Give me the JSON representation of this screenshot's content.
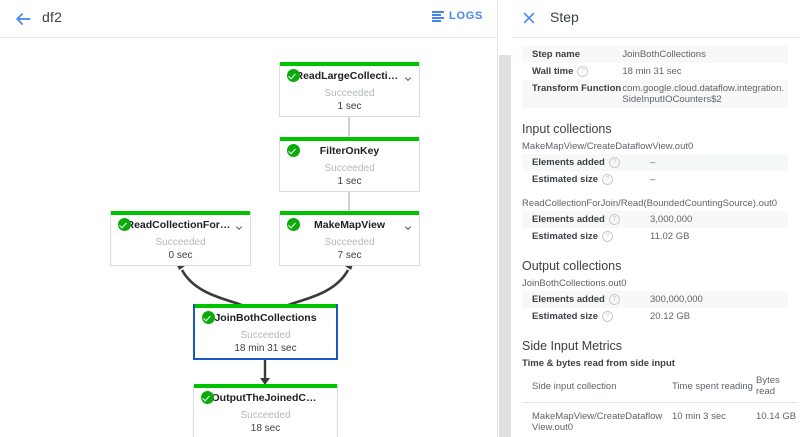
{
  "topbar": {
    "back_icon": "back-arrow-icon",
    "job_title": "df2",
    "logs_label": "LOGS",
    "logs_icon": "logs-lines-icon",
    "accent_color": "#4285f4"
  },
  "graph": {
    "status_icon": "check-circle-icon",
    "chevron_icon": "chevron-down-icon",
    "success_color": "#00c300",
    "selected_border_color": "#1a57c4",
    "nodes": [
      {
        "id": "read-large-collection",
        "title": "ReadLargeCollectionFr...",
        "status": "Succeeded",
        "time": "1 sec",
        "has_chevron": true,
        "selected": false
      },
      {
        "id": "filter-on-key",
        "title": "FilterOnKey",
        "status": "Succeeded",
        "time": "1 sec",
        "has_chevron": false,
        "selected": false
      },
      {
        "id": "read-collection-for-join",
        "title": "ReadCollectionForJoin",
        "status": "Succeeded",
        "time": "0 sec",
        "has_chevron": true,
        "selected": false
      },
      {
        "id": "make-map-view",
        "title": "MakeMapView",
        "status": "Succeeded",
        "time": "7 sec",
        "has_chevron": true,
        "selected": false
      },
      {
        "id": "join-both-collections",
        "title": "JoinBothCollections",
        "status": "Succeeded",
        "time": "18 min 31 sec",
        "has_chevron": false,
        "selected": true
      },
      {
        "id": "output-the-joined-collection",
        "title": "OutputTheJoinedCollec...",
        "status": "Succeeded",
        "time": "18 sec",
        "has_chevron": false,
        "selected": false
      }
    ]
  },
  "details": {
    "close_icon": "close-icon",
    "title": "Step",
    "summary": [
      {
        "key": "Step name",
        "value": "JoinBothCollections",
        "help": false
      },
      {
        "key": "Wall time",
        "value": "18 min 31 sec",
        "help": true
      },
      {
        "key": "Transform Function",
        "value": "com.google.cloud.dataflow.integration. SideInputIOCounters$2",
        "help": false
      }
    ],
    "input_collections": {
      "heading": "Input collections",
      "groups": [
        {
          "name": "MakeMapView/CreateDataflowView.out0",
          "rows": [
            {
              "key": "Elements added",
              "value": "–",
              "help": true
            },
            {
              "key": "Estimated size",
              "value": "–",
              "help": true
            }
          ]
        },
        {
          "name": "ReadCollectionForJoin/Read(BoundedCountingSource).out0",
          "rows": [
            {
              "key": "Elements added",
              "value": "3,000,000",
              "help": true
            },
            {
              "key": "Estimated size",
              "value": "11.02 GB",
              "help": true
            }
          ]
        }
      ]
    },
    "output_collections": {
      "heading": "Output collections",
      "groups": [
        {
          "name": "JoinBothCollections.out0",
          "rows": [
            {
              "key": "Elements added",
              "value": "300,000,000",
              "help": true
            },
            {
              "key": "Estimated size",
              "value": "20.12 GB",
              "help": true
            }
          ]
        }
      ]
    },
    "side_input_metrics": {
      "heading": "Side Input Metrics",
      "subheading": "Time & bytes read from side input",
      "columns": [
        "Side input collection",
        "Time spent reading",
        "Bytes read"
      ],
      "rows": [
        {
          "collection": "MakeMapView/CreateDataflow View.out0",
          "time": "10 min 3 sec",
          "bytes": "10.14 GB"
        }
      ]
    }
  }
}
